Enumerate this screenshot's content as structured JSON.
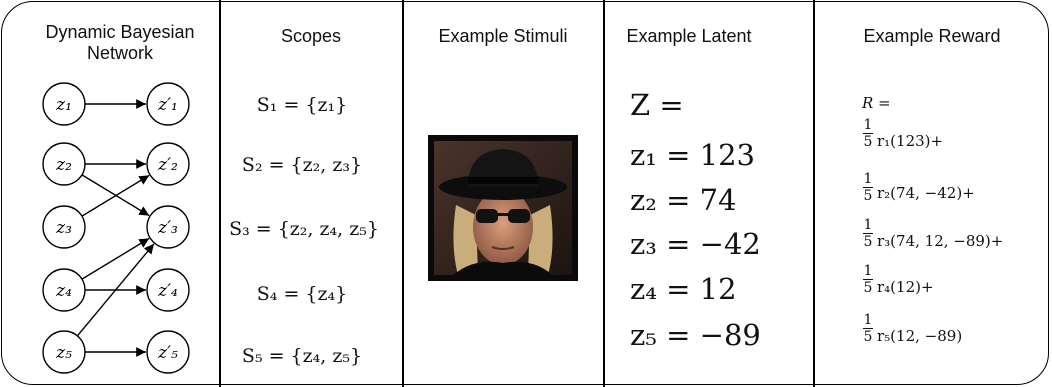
{
  "headers": {
    "dbn": "Dynamic Bayesian Network",
    "dbn_line1": "Dynamic Bayesian",
    "dbn_line2": "Network",
    "scopes": "Scopes",
    "stimuli": "Example Stimuli",
    "latent": "Example Latent",
    "reward": "Example Reward"
  },
  "dbn": {
    "nodes_left": [
      "z1",
      "z2",
      "z3",
      "z4",
      "z5"
    ],
    "nodes_right": [
      "z'1",
      "z'2",
      "z'3",
      "z'4",
      "z'5"
    ],
    "edges": [
      [
        "z1",
        "z'1"
      ],
      [
        "z2",
        "z'2"
      ],
      [
        "z2",
        "z'3"
      ],
      [
        "z3",
        "z'2"
      ],
      [
        "z4",
        "z'3"
      ],
      [
        "z4",
        "z'4"
      ],
      [
        "z5",
        "z'3"
      ],
      [
        "z5",
        "z'5"
      ]
    ]
  },
  "scopes": [
    "S₁ = {z₁}",
    "S₂ = {z₂, z₃}",
    "S₃ = {z₂, z₄, z₅}",
    "S₄ = {z₄}",
    "S₅ = {z₄, z₅}"
  ],
  "latent": {
    "header_eq": "Z =",
    "values": [
      "z₁ = 123",
      "z₂ = 74",
      "z₃ = −42",
      "z₄ = 12",
      "z₅ = −89"
    ]
  },
  "reward": {
    "header_eq": "R =",
    "fraction_num": "1",
    "fraction_den": "5",
    "terms": [
      "r₁(123)+",
      "r₂(74, −42)+",
      "r₃(74, 12, −89)+",
      "r₄(12)+",
      "r₅(12, −89)"
    ]
  },
  "colors": {
    "stroke": "#000000",
    "text": "#111111",
    "photo_bg": "#0a0a0a"
  },
  "icons": {
    "stimulus": "portrait-photo-icon"
  }
}
